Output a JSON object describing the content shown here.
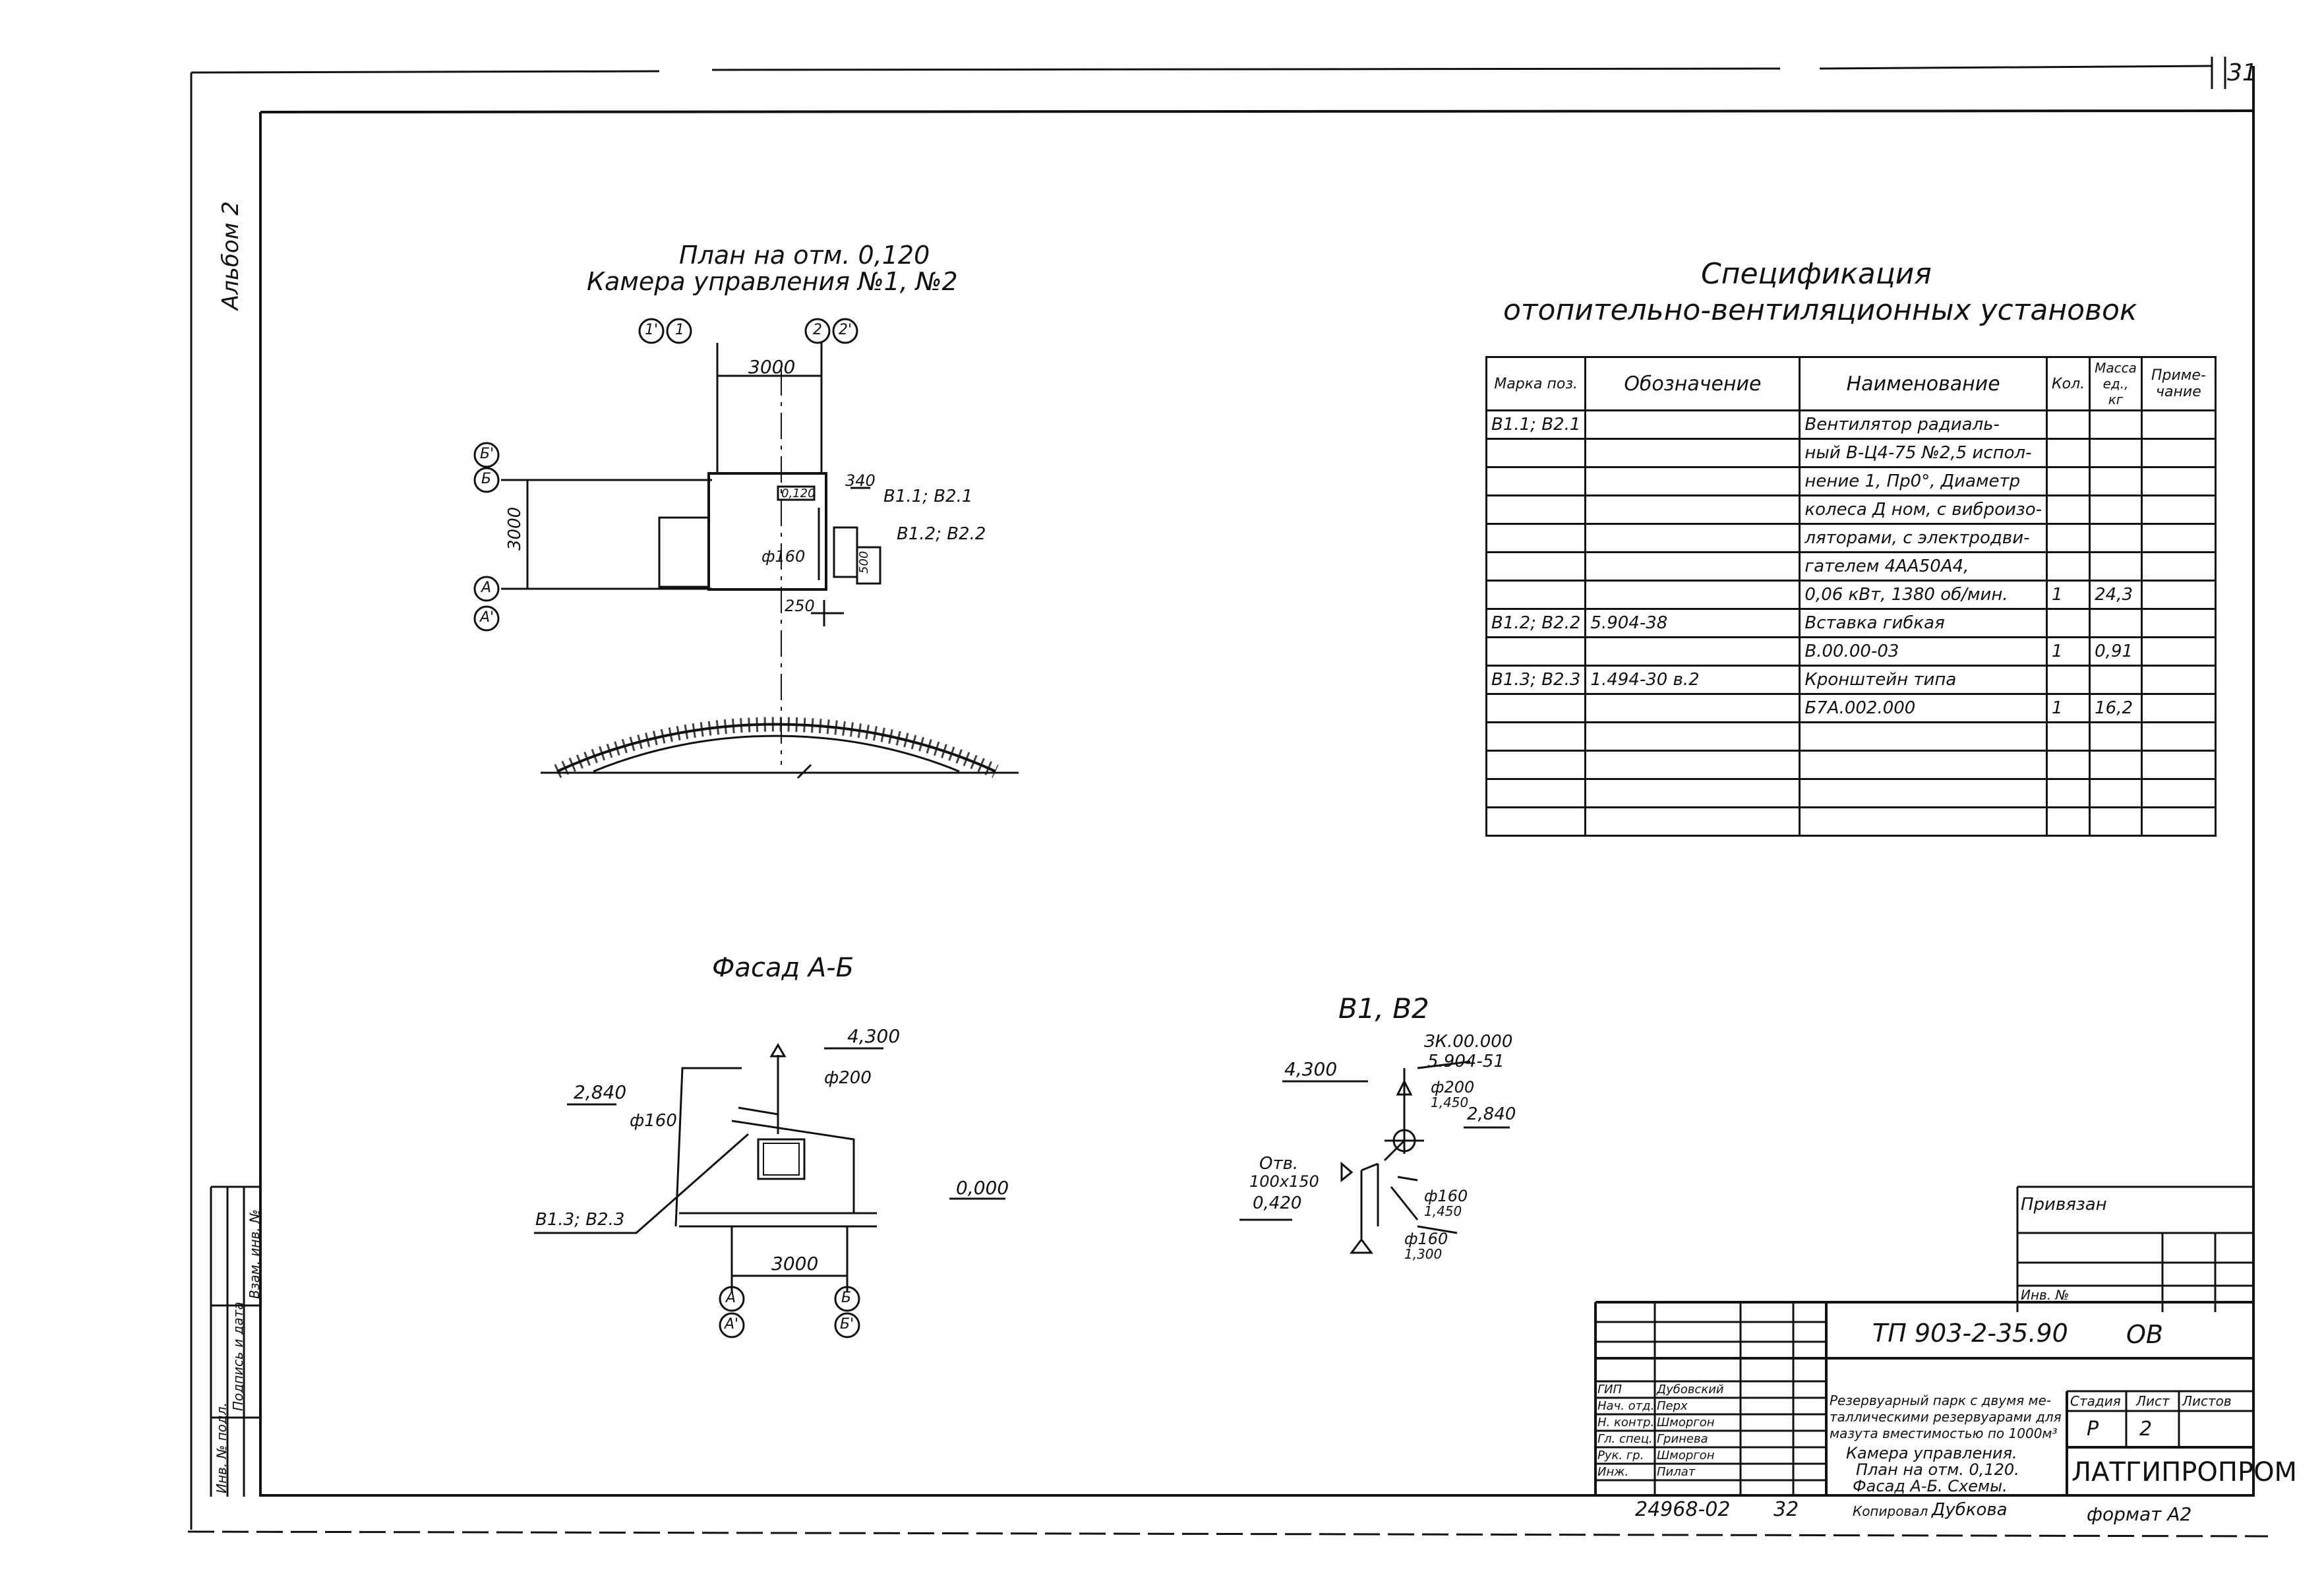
{
  "sheet": {
    "page_number": "31",
    "album": "Альбом 2",
    "side_labels": [
      "Инв. № подл.",
      "Подпись и дата",
      "Взам. инв. №"
    ],
    "bottom_code": "24968-02",
    "bottom_num": "32",
    "copied_label": "Копировал",
    "copied_sign": "Дубкова",
    "format": "формат А2"
  },
  "plan": {
    "title_line1": "План на отм. 0,120",
    "title_line2": "Камера управления №1, №2",
    "axes_top": [
      "1'",
      "1",
      "2",
      "2'"
    ],
    "axes_left": [
      "Б'",
      "Б",
      "А",
      "А'"
    ],
    "dim_3000_h": "3000",
    "dim_3000_v": "3000",
    "room_mark": "0,120",
    "dim_340": "340",
    "dim_250": "250",
    "dim_phi160": "ф160",
    "tag_b11": "В1.1; В2.1",
    "tag_b12": "В1.2; В2.2",
    "dim_500": "500"
  },
  "spec": {
    "title_line1": "Спецификация",
    "title_line2": "отопительно-вентиляционных установок",
    "headers": [
      "Марка поз.",
      "Обозначение",
      "Наименование",
      "Кол.",
      "Масса ед., кг",
      "Приме-чание"
    ],
    "rows": [
      [
        "В1.1; В2.1",
        "",
        "Вентилятор радиаль-",
        "",
        "",
        ""
      ],
      [
        "",
        "",
        "ный В-Ц4-75 №2,5 испол-",
        "",
        "",
        ""
      ],
      [
        "",
        "",
        "нение 1, Пр0°, Диаметр",
        "",
        "",
        ""
      ],
      [
        "",
        "",
        "колеса Д ном, с виброизо-",
        "",
        "",
        ""
      ],
      [
        "",
        "",
        "ляторами, с электродви-",
        "",
        "",
        ""
      ],
      [
        "",
        "",
        "гателем 4АА50А4,",
        "",
        "",
        ""
      ],
      [
        "",
        "",
        "0,06 кВт, 1380 об/мин.",
        "1",
        "24,3",
        ""
      ],
      [
        "В1.2; В2.2",
        "5.904-38",
        "Вставка гибкая",
        "",
        "",
        ""
      ],
      [
        "",
        "",
        "В.00.00-03",
        "1",
        "0,91",
        ""
      ],
      [
        "В1.3; В2.3",
        "1.494-30 в.2",
        "Кронштейн типа",
        "",
        "",
        ""
      ],
      [
        "",
        "",
        "Б7А.002.000",
        "1",
        "16,2",
        ""
      ],
      [
        "",
        "",
        "",
        "",
        "",
        ""
      ],
      [
        "",
        "",
        "",
        "",
        "",
        ""
      ],
      [
        "",
        "",
        "",
        "",
        "",
        ""
      ],
      [
        "",
        "",
        "",
        "",
        "",
        ""
      ]
    ]
  },
  "facade": {
    "title": "Фасад А-Б",
    "m4300": "4,300",
    "m2840": "2,840",
    "m0000": "0,000",
    "phi200": "ф200",
    "phi160": "ф160",
    "tag": "В1.3; В2.3",
    "dim3000": "3000",
    "axes": [
      "А",
      "А'",
      "Б",
      "Б'"
    ]
  },
  "scheme": {
    "title": "В1, В2",
    "m4300": "4,300",
    "t1": "ЗК.00.000",
    "t2": "5.904-51",
    "t3": "ф200",
    "t4": "1,450",
    "t5": "2,840",
    "otv1": "Отв.",
    "otv2": "100х150",
    "otv3": "0,420",
    "p1a": "ф160",
    "p1b": "1,450",
    "p2a": "ф160",
    "p2b": "1,300"
  },
  "stamp": {
    "code": "ТП 903-2-35.90",
    "sheet_code": "ОВ",
    "privyazan": "Привязан",
    "inv_no": "Инв. №",
    "roles": [
      "ГИП",
      "Нач. отд.",
      "Н. контр.",
      "Гл. спец.",
      "Рук. гр.",
      "Инж."
    ],
    "names": [
      "Дубовский",
      "Перх",
      "Шморгон",
      "Гринева",
      "Шморгон",
      "Пилат"
    ],
    "desc1": "Резервуарный парк с двумя ме-",
    "desc2": "таллическими резервуарами для",
    "desc3": "мазута вместимостью по 1000м³",
    "desc4": "Камера управления.",
    "desc5": "План на отм. 0,120.",
    "desc6": "Фасад А-Б. Схемы.",
    "stage_h": "Стадия",
    "sheet_h": "Лист",
    "sheets_h": "Листов",
    "stage": "Р",
    "sheet": "2",
    "org": "ЛАТГИПРОПРОМ"
  }
}
